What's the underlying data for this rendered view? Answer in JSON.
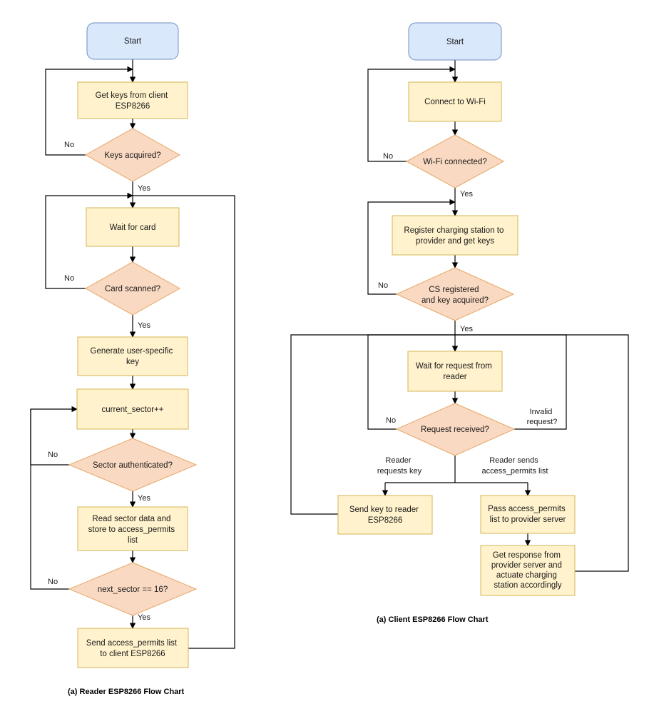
{
  "diagram": {
    "reader": {
      "caption": "(a) Reader ESP8266 Flow Chart",
      "start": "Start",
      "get_keys": [
        "Get keys from client",
        "ESP8266"
      ],
      "keys_acquired": "Keys acquired?",
      "wait_card": "Wait for card",
      "card_scanned": "Card scanned?",
      "gen_key": [
        "Generate user-specific",
        "key"
      ],
      "current_sector": "current_sector++",
      "sector_auth": "Sector authenticated?",
      "read_sector": [
        "Read sector data and",
        "store to access_permits",
        "list"
      ],
      "next_sector": "next_sector == 16?",
      "send_list": [
        "Send access_permits list",
        "to client ESP8266"
      ],
      "labels": {
        "no_keys": "No",
        "yes_keys": "Yes",
        "no_card": "No",
        "yes_card": "Yes",
        "no_sector": "No",
        "yes_sector": "Yes",
        "no_next": "No",
        "yes_next": "Yes"
      }
    },
    "client": {
      "caption": "(a) Client ESP8266 Flow Chart",
      "start": "Start",
      "connect_wifi": "Connect to Wi-Fi",
      "wifi_connected": "Wi-Fi connected?",
      "register": [
        "Register charging station to",
        "provider and get keys"
      ],
      "cs_registered": [
        "CS registered",
        "and key acquired?"
      ],
      "wait_request": [
        "Wait for request from",
        "reader"
      ],
      "request_received": "Request received?",
      "send_key": [
        "Send key to reader",
        "ESP8266"
      ],
      "pass_list": [
        "Pass access_permits",
        "list to provider server"
      ],
      "get_response": [
        "Get response from",
        "provider server and",
        "actuate charging",
        "station accordingly"
      ],
      "labels": {
        "no_wifi": "No",
        "yes_wifi": "Yes",
        "no_cs": "No",
        "yes_cs": "Yes",
        "no_request": "No",
        "invalid_request": [
          "Invalid",
          "request?"
        ],
        "reader_requests_key": [
          "Reader",
          "requests key"
        ],
        "reader_sends_list": [
          "Reader sends",
          "access_permits list"
        ]
      }
    }
  }
}
